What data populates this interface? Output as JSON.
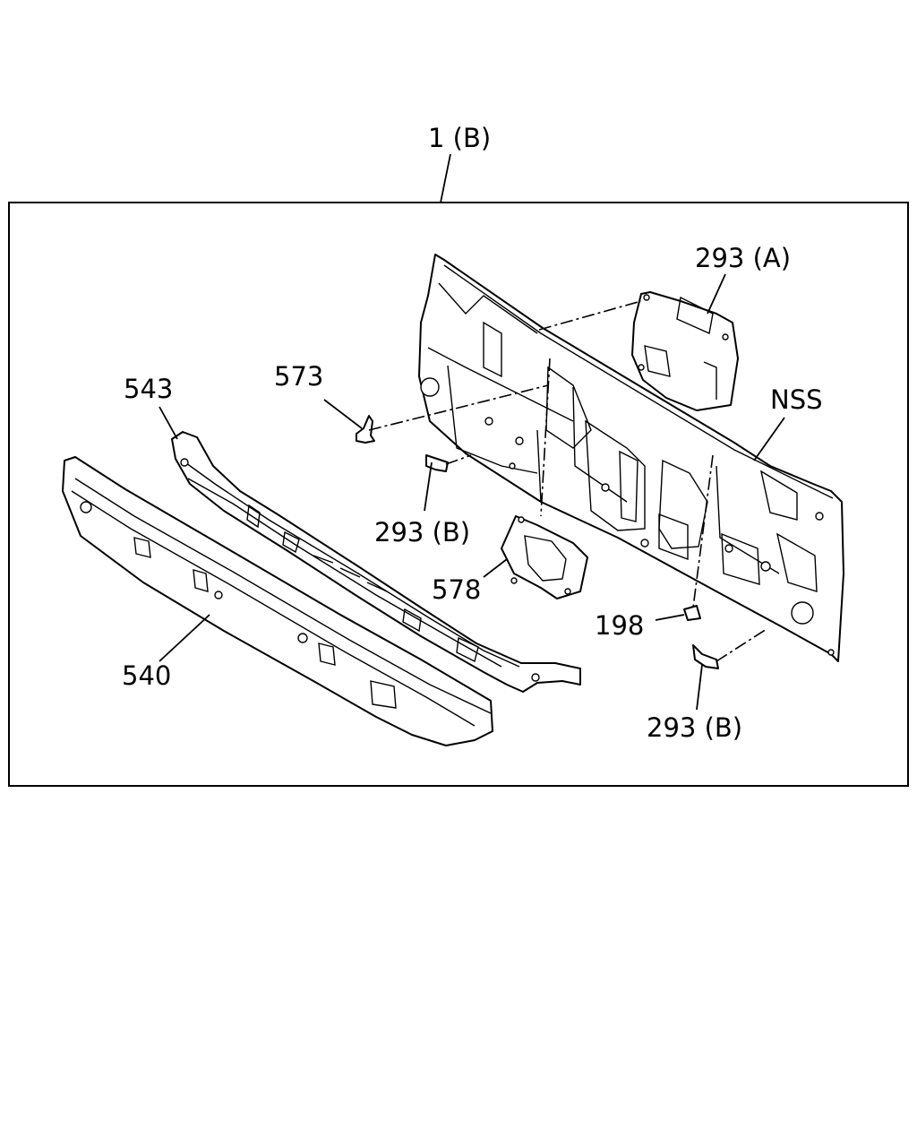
{
  "diagram": {
    "assembly_label": "1 (B)",
    "callouts": {
      "part_293a": "293 (A)",
      "nss": "NSS",
      "part_573": "573",
      "part_543": "543",
      "part_293b_upper": "293 (B)",
      "part_578": "578",
      "part_198": "198",
      "part_540": "540",
      "part_293b_lower": "293 (B)"
    }
  }
}
